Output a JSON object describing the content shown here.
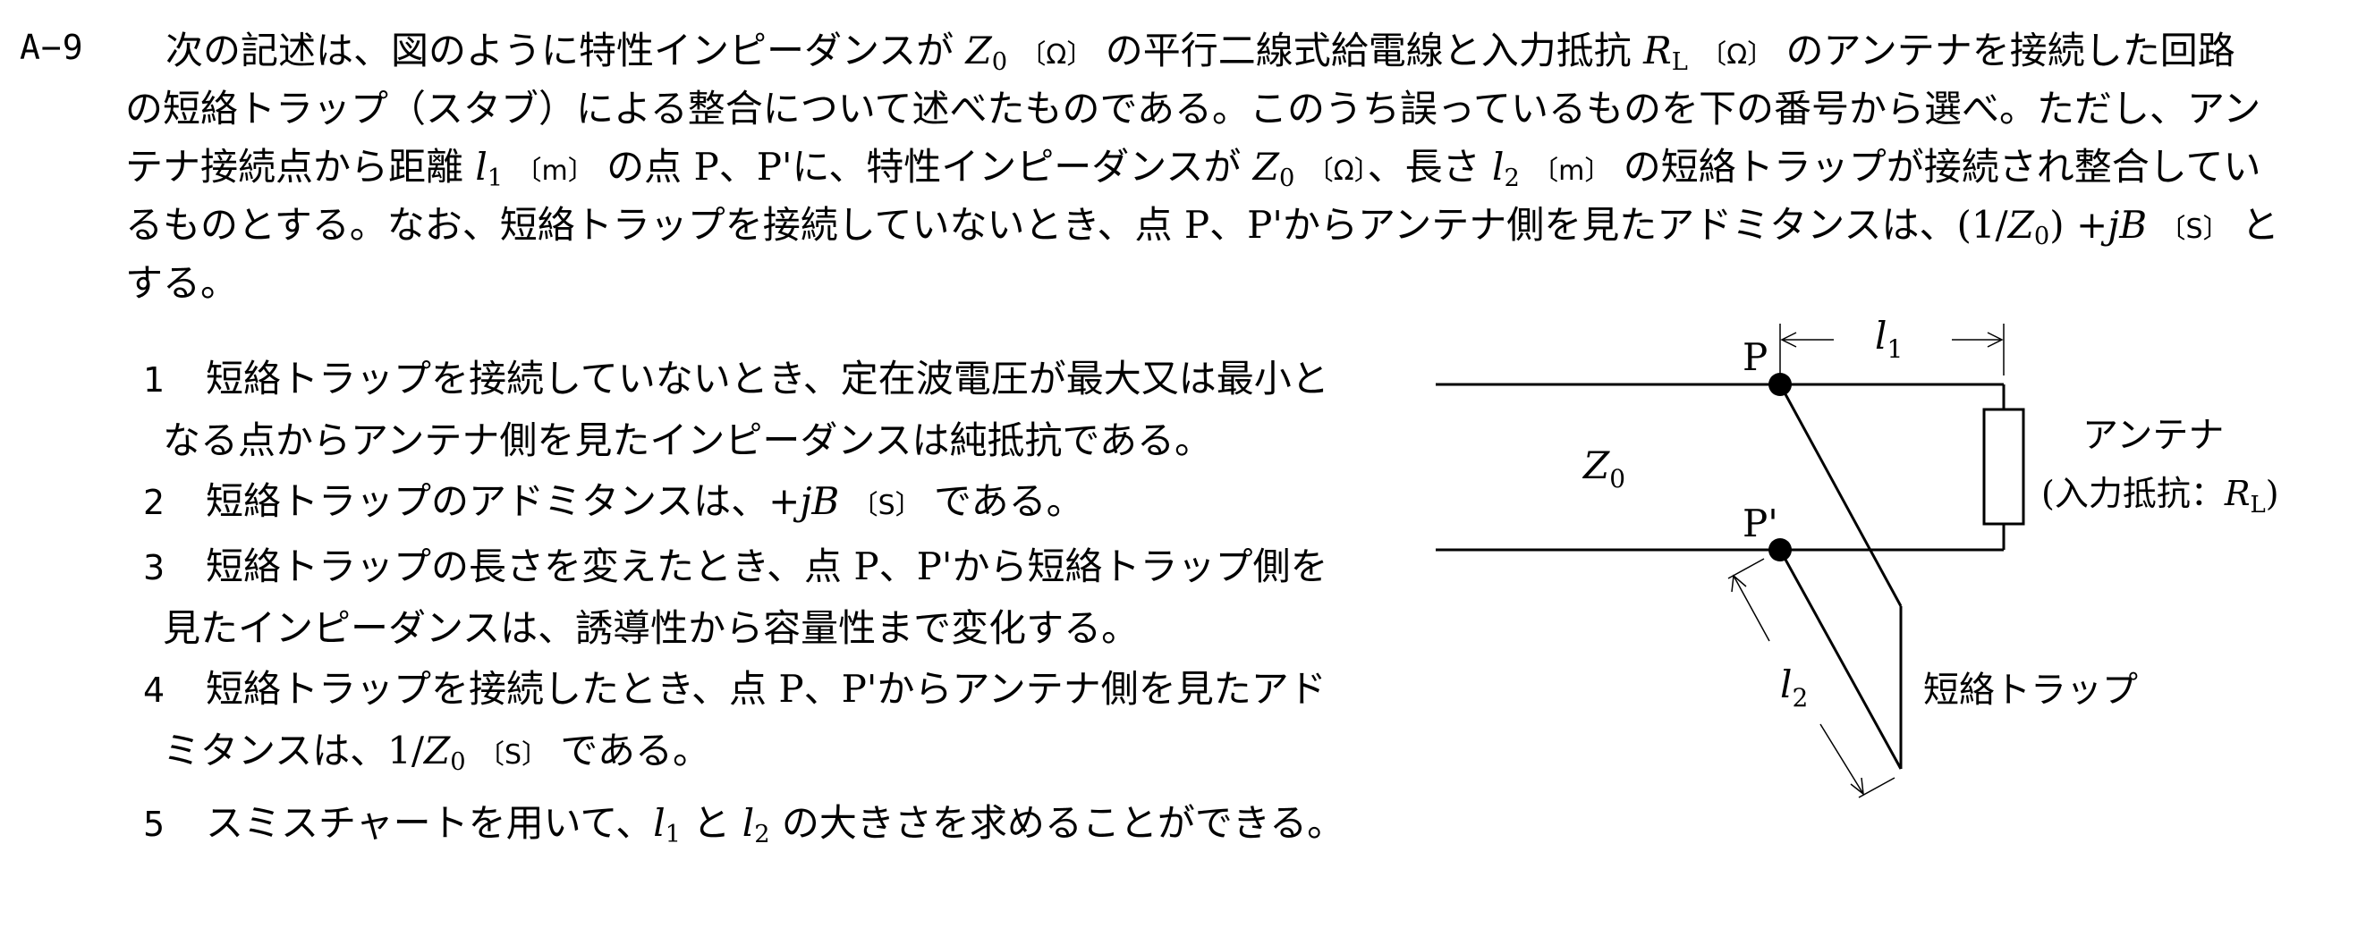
{
  "question": {
    "number": "A−9",
    "lines": [
      [
        "次の記述は、図のように特性インピーダンスが ",
        {
          "i": "Z"
        },
        {
          "sub": "0"
        },
        " ",
        {
          "bk": "〔Ω〕"
        },
        " の平行二線式給電線と入力抵抗 ",
        {
          "i": "R"
        },
        {
          "sub": "L"
        },
        " ",
        {
          "bk": "〔Ω〕"
        },
        " のアンテナを接続した回路"
      ],
      [
        "の短絡トラップ（スタブ）による整合について述べたものである。このうち誤っているものを下の番号から選べ。ただし、アン"
      ],
      [
        "テナ接続点から距離 ",
        {
          "i": "l"
        },
        {
          "sub": "1"
        },
        " ",
        {
          "bk": "〔m〕"
        },
        " の点 P、P'に、特性インピーダンスが ",
        {
          "i": "Z"
        },
        {
          "sub": "0"
        },
        " ",
        {
          "bk": "〔Ω〕"
        },
        "、長さ ",
        {
          "i": "l"
        },
        {
          "sub": "2"
        },
        " ",
        {
          "bk": "〔m〕"
        },
        " の短絡トラップが接続され整合してい"
      ],
      [
        "るものとする。なお、短絡トラップを接続していないとき、点 P、P'からアンテナ側を見たアドミタンスは、(1/",
        {
          "i": "Z"
        },
        {
          "sub": "0"
        },
        ") +",
        {
          "i": "jB"
        },
        " ",
        {
          "bk": "〔S〕"
        },
        " と"
      ],
      [
        "する。"
      ]
    ]
  },
  "options": [
    {
      "num": "1",
      "lines": [
        [
          "短絡トラップを接続していないとき、定在波電圧が最大又は最小と"
        ],
        [
          "なる点からアンテナ側を見たインピーダンスは純抵抗である。"
        ]
      ]
    },
    {
      "num": "2",
      "lines": [
        [
          "短絡トラップのアドミタンスは、+",
          {
            "i": "jB"
          },
          " ",
          {
            "bk": "〔S〕"
          },
          " である。"
        ]
      ]
    },
    {
      "num": "3",
      "lines": [
        [
          "短絡トラップの長さを変えたとき、点 P、P'から短絡トラップ側を"
        ],
        [
          "見たインピーダンスは、誘導性から容量性まで変化する。"
        ]
      ]
    },
    {
      "num": "4",
      "lines": [
        [
          "短絡トラップを接続したとき、点 P、P'からアンテナ側を見たアド"
        ],
        [
          "ミタンスは、1/",
          {
            "i": "Z"
          },
          {
            "sub": "0"
          },
          " ",
          {
            "bk": "〔S〕"
          },
          " である。"
        ]
      ]
    },
    {
      "num": "5",
      "lines": [
        [
          "スミスチャートを用いて、",
          {
            "i": "l"
          },
          {
            "sub": "1"
          },
          " と ",
          {
            "i": "l"
          },
          {
            "sub": "2"
          },
          " の大きさを求めることができる。"
        ]
      ]
    }
  ],
  "figure": {
    "label_p": "P",
    "label_p_prime": "P'",
    "label_z0": "Z",
    "label_z0_sub": "0",
    "label_l1": "l",
    "label_l1_sub": "1",
    "label_l2": "l",
    "label_l2_sub": "2",
    "label_antenna": "アンテナ",
    "label_input_resistance_prefix": "(入力抵抗：",
    "label_input_resistance_var": "R",
    "label_input_resistance_sub": "L",
    "label_input_resistance_suffix": ")",
    "label_trap": "短絡トラップ"
  }
}
